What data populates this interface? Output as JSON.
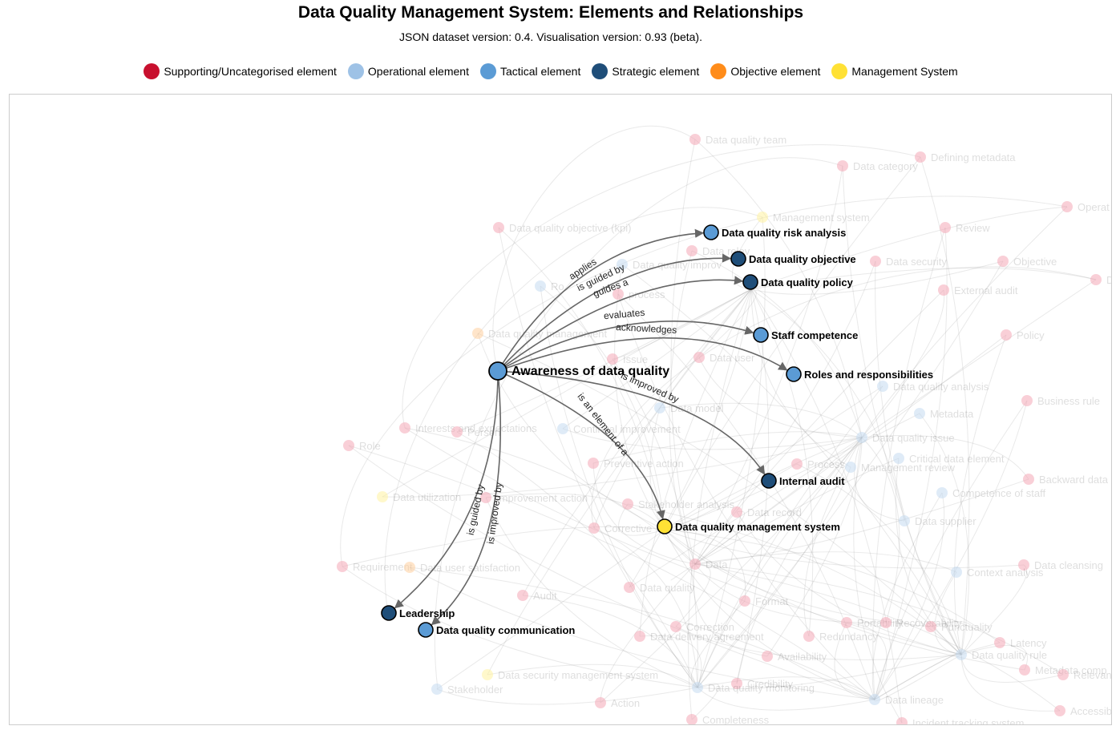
{
  "header": {
    "title": "Data Quality Management System: Elements and Relationships",
    "subtitle": "JSON dataset version: 0.4. Visualisation version: 0.93 (beta)."
  },
  "legend": [
    {
      "label": "Supporting/Uncategorised element",
      "color": "#c8102e"
    },
    {
      "label": "Operational element",
      "color": "#9ec2e6"
    },
    {
      "label": "Tactical element",
      "color": "#5b9bd5"
    },
    {
      "label": "Strategic element",
      "color": "#1f4e79"
    },
    {
      "label": "Objective element",
      "color": "#ff8c1a"
    },
    {
      "label": "Management System",
      "color": "#ffe135"
    }
  ],
  "focus": {
    "node": {
      "label": "Awareness of data quality",
      "category": "Tactical element"
    },
    "relations": [
      {
        "target": "Data quality risk analysis",
        "category": "Tactical element",
        "verb": "applies"
      },
      {
        "target": "Data quality objective",
        "category": "Strategic element",
        "verb": "is guided by"
      },
      {
        "target": "Data quality policy",
        "category": "Strategic element",
        "verb": "guides a"
      },
      {
        "target": "Staff competence",
        "category": "Tactical element",
        "verb": "evaluates"
      },
      {
        "target": "Roles and responsibilities",
        "category": "Tactical element",
        "verb": "acknowledges"
      },
      {
        "target": "Internal audit",
        "category": "Strategic element",
        "verb": "is improved by"
      },
      {
        "target": "Data quality management system",
        "category": "Management System",
        "verb": "is an element of a"
      },
      {
        "target": "Leadership",
        "category": "Strategic element",
        "verb": "is guided by"
      },
      {
        "target": "Data quality communication",
        "category": "Tactical element",
        "verb": "is improved by"
      }
    ]
  },
  "background_labels": [
    "Data quality team",
    "Defining metadata",
    "Data category",
    "Management system",
    "Operat",
    "Data quality objective (kpi)",
    "Review",
    "Data relev",
    "Data quality improv",
    "Data security",
    "Objective",
    "D",
    "Ro",
    "process",
    "External audit",
    "Data quality management",
    "Policy",
    "Issue",
    "Data user",
    "Data quality analysis",
    "Business rule",
    "Data model",
    "Metadata",
    "Interests and expectations",
    "Person",
    "Continual improvement",
    "Data quality issue",
    "Role",
    "Preventive action",
    "Process",
    "Critical data element",
    "Management review",
    "Data utilization",
    "Improvement action",
    "Competence of staff",
    "Backward data",
    "Stakeholder analysis",
    "Data record",
    "Corrective",
    "Data supplier",
    "Requirement",
    "Data user satisfaction",
    "Data",
    "Data cleansing",
    "Context analysis",
    "Audit",
    "Data quality",
    "Format",
    "Portability",
    "Recoverability",
    "Punctuality",
    "Correction",
    "Data delivery agreement",
    "Redundancy",
    "Latency",
    "Data quality rule",
    "Availability",
    "Metadata comp",
    "Relevan",
    "Data security management system",
    "Credibility",
    "Stakeholder",
    "Data quality monitoring",
    "Action",
    "Data lineage",
    "Accessib",
    "Completeness",
    "Incident tracking system"
  ]
}
